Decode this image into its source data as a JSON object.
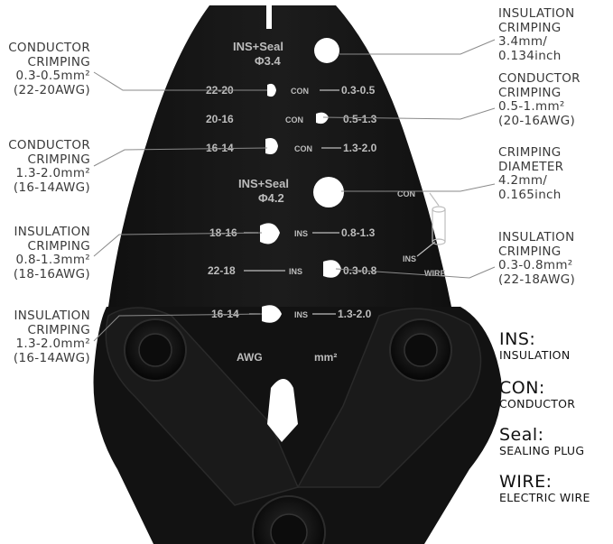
{
  "tool": {
    "die_labels": {
      "ins_seal_a": "INS+Seal",
      "ins_seal_a_size": "Φ3.4",
      "ins_seal_b": "INS+Seal",
      "ins_seal_b_size": "Φ4.2",
      "row1_awg": "22-20",
      "row1_type": "CON",
      "row1_mm": "0.3-0.5",
      "row2_awg": "20-16",
      "row2_type": "CON",
      "row2_mm": "0.5-1.3",
      "row3_awg": "16-14",
      "row3_type": "CON",
      "row3_mm": "1.3-2.0",
      "row4_awg": "18-16",
      "row4_type": "INS",
      "row4_mm": "0.8-1.3",
      "row5_awg": "22-18",
      "row5_type": "INS",
      "row5_mm": "0.3-0.8",
      "row6_awg": "16-14",
      "row6_type": "INS",
      "row6_mm": "1.3-2.0",
      "footer_awg": "AWG",
      "footer_mm": "mm²",
      "diagram_con": "CON",
      "diagram_ins": "INS",
      "diagram_wire": "WIRE"
    },
    "colors": {
      "metal": "#141414",
      "text": "#bdbdbd",
      "pivot": "#0d0d0d"
    }
  },
  "callouts_left": [
    {
      "l1": "CONDUCTOR",
      "l2": "CRIMPING",
      "l3": "0.3-0.5mm²",
      "l4": "(22-20AWG)"
    },
    {
      "l1": "CONDUCTOR",
      "l2": "CRIMPING",
      "l3": "1.3-2.0mm²",
      "l4": "(16-14AWG)"
    },
    {
      "l1": "INSULATION",
      "l2": "CRIMPING",
      "l3": "0.8-1.3mm²",
      "l4": "(18-16AWG)"
    },
    {
      "l1": "INSULATION",
      "l2": "CRIMPING",
      "l3": "1.3-2.0mm²",
      "l4": "(16-14AWG)"
    }
  ],
  "callouts_right": [
    {
      "l1": "INSULATION",
      "l2": "CRIMPING",
      "l3": "3.4mm/",
      "l4": "0.134inch"
    },
    {
      "l1": "CONDUCTOR",
      "l2": "CRIMPING",
      "l3": "0.5-1.mm²",
      "l4": "(20-16AWG)"
    },
    {
      "l1": "CRIMPING",
      "l2": "DIAMETER",
      "l3": "4.2mm/",
      "l4": "0.165inch"
    },
    {
      "l1": "INSULATION",
      "l2": "CRIMPING",
      "l3": "0.3-0.8mm²",
      "l4": "(22-18AWG)"
    }
  ],
  "legend": [
    {
      "key": "INS:",
      "meaning": "INSULATION"
    },
    {
      "key": "CON:",
      "meaning": "CONDUCTOR"
    },
    {
      "key": "Seal:",
      "meaning": "SEALING PLUG"
    },
    {
      "key": "WIRE:",
      "meaning": "ELECTRIC WIRE"
    }
  ]
}
